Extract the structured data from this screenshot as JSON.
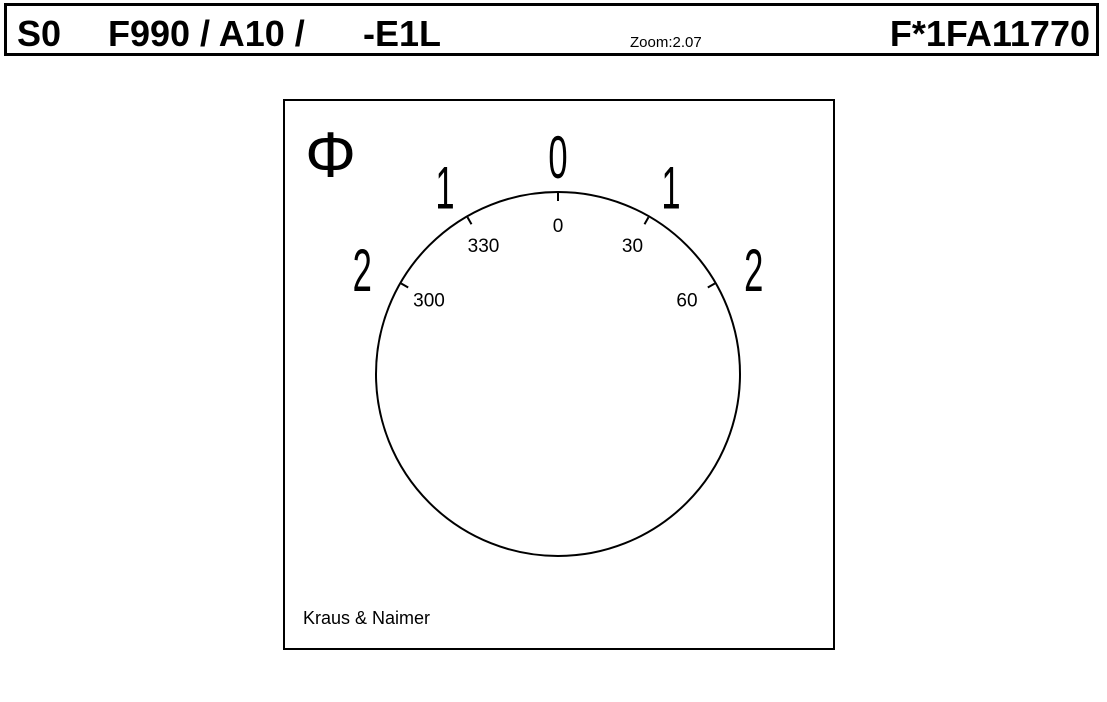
{
  "header": {
    "series": "S0",
    "code": "F990 / A10 /",
    "variant": "-E1L",
    "zoom": "Zoom:2.07",
    "article": "F*1FA11770"
  },
  "plate": {
    "symbol": "Φ",
    "positions": [
      {
        "label": "2",
        "angle": -60
      },
      {
        "label": "1",
        "angle": -30
      },
      {
        "label": "0",
        "angle": 0
      },
      {
        "label": "1",
        "angle": 30
      },
      {
        "label": "2",
        "angle": 60
      }
    ],
    "degree_marks": [
      {
        "label": "300",
        "angle": -60
      },
      {
        "label": "330",
        "angle": -30
      },
      {
        "label": "0",
        "angle": 0
      },
      {
        "label": "30",
        "angle": 30
      },
      {
        "label": "60",
        "angle": 60
      }
    ],
    "brand": "Kraus & Naimer"
  }
}
